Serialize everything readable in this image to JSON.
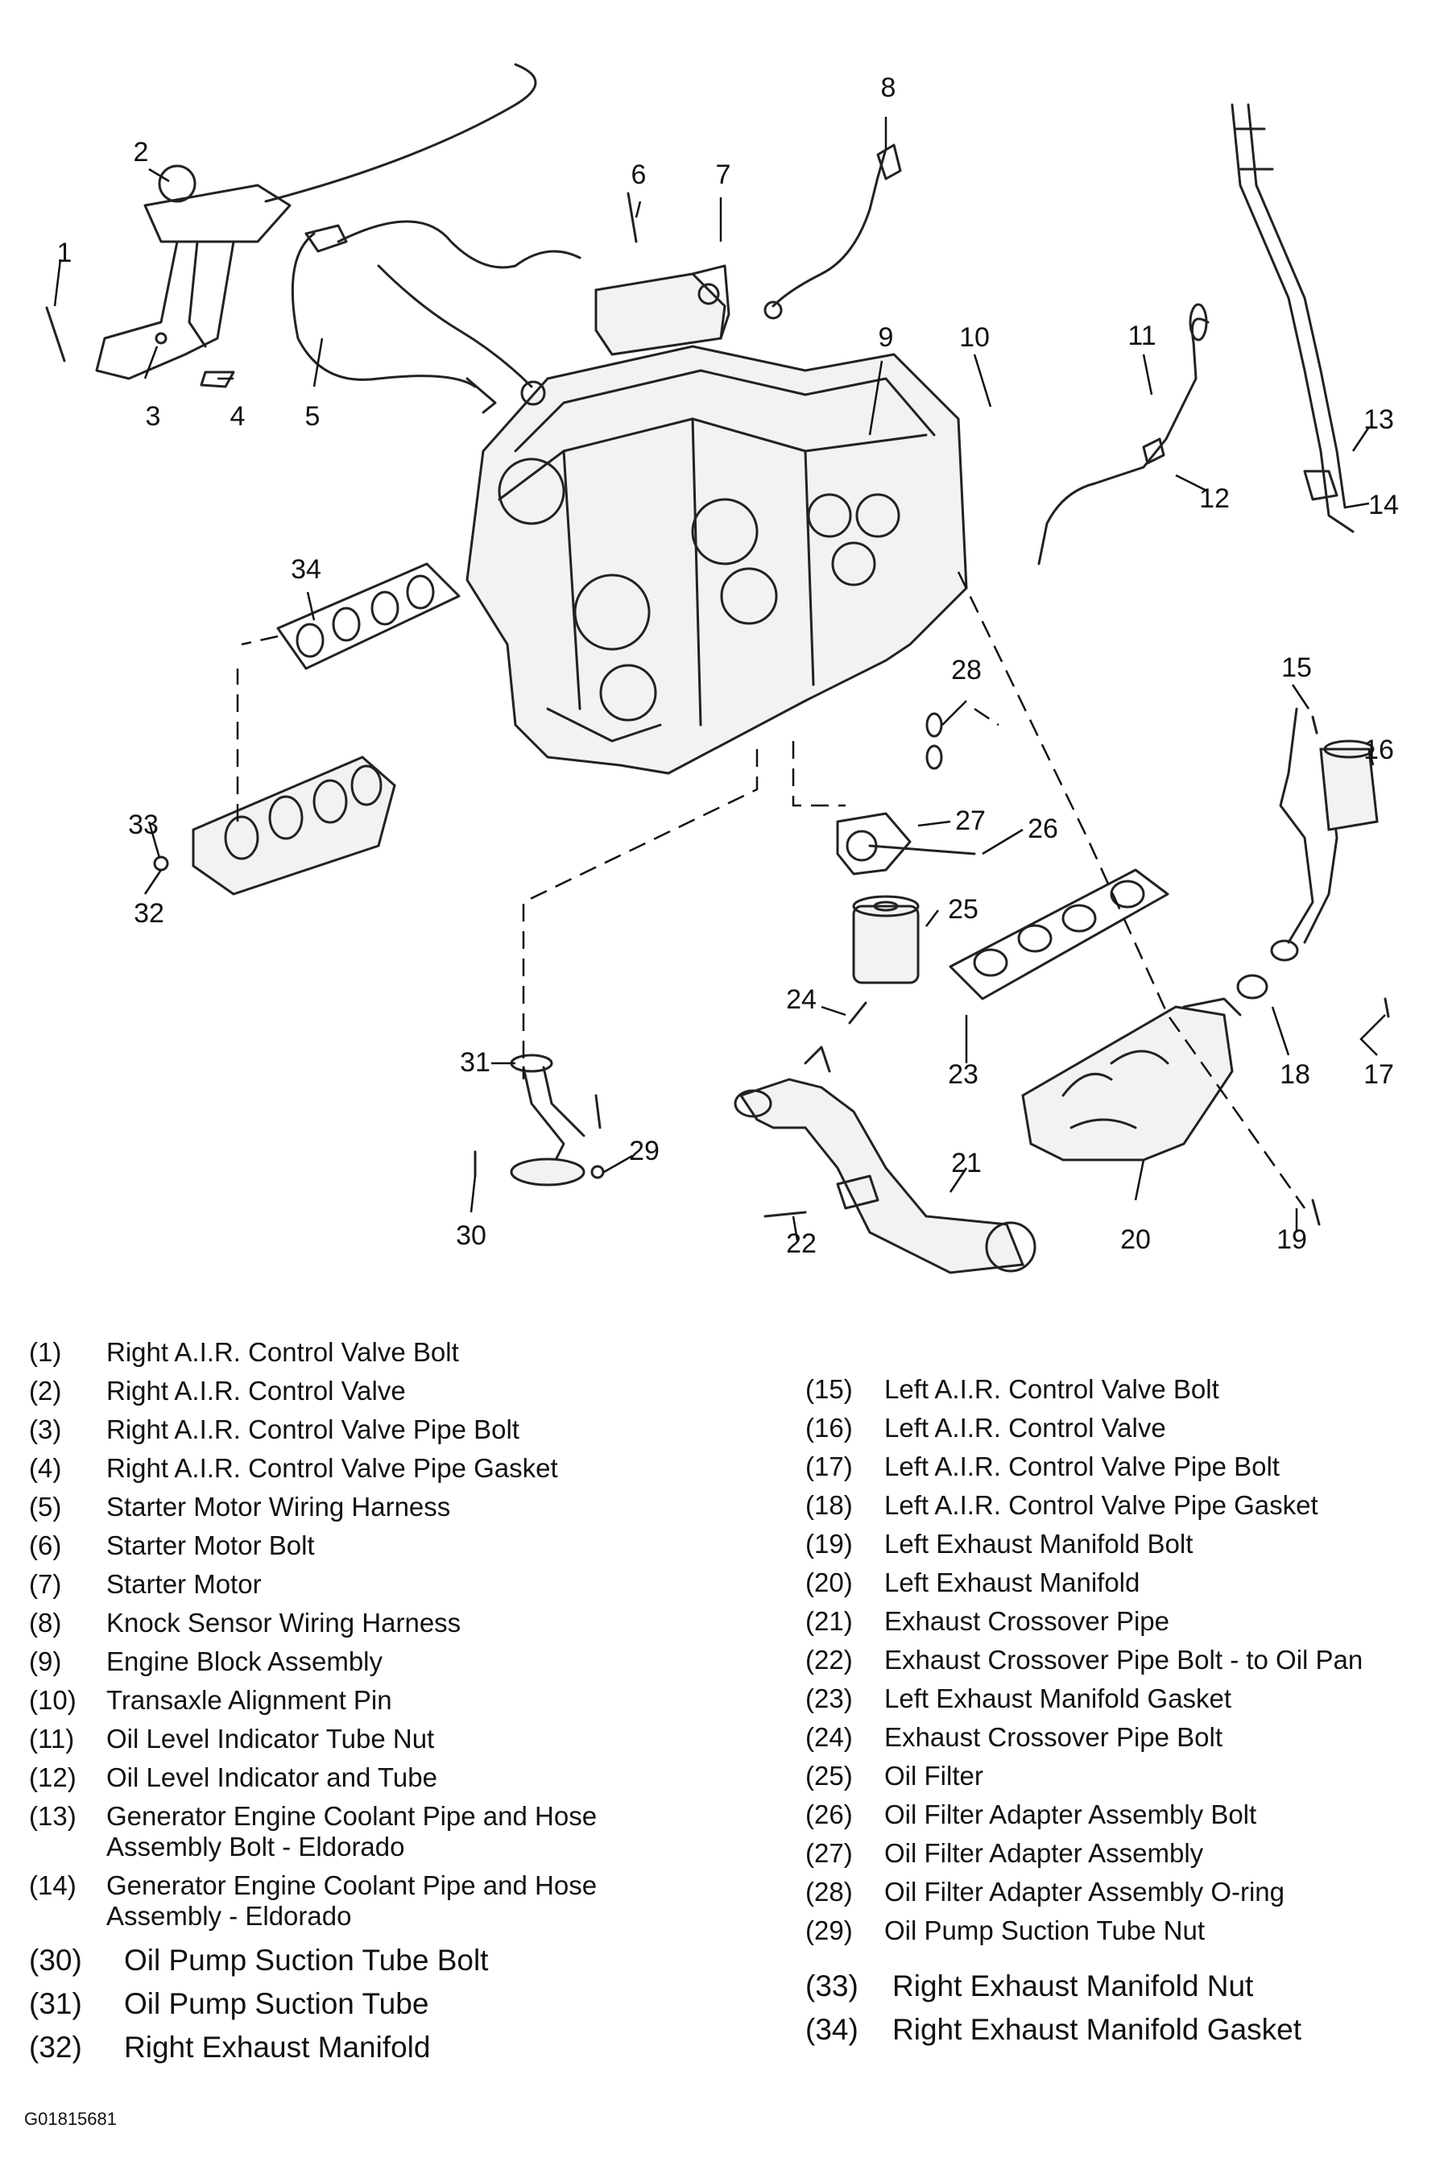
{
  "callouts": [
    "1",
    "2",
    "3",
    "4",
    "5",
    "6",
    "7",
    "8",
    "9",
    "10",
    "11",
    "12",
    "13",
    "14",
    "15",
    "16",
    "17",
    "18",
    "19",
    "20",
    "21",
    "22",
    "23",
    "24",
    "25",
    "26",
    "27",
    "28",
    "29",
    "30",
    "31",
    "32",
    "33",
    "34"
  ],
  "legend_left": [
    {
      "num": "(1)",
      "text": "Right A.I.R. Control Valve Bolt"
    },
    {
      "num": "(2)",
      "text": "Right A.I.R. Control Valve"
    },
    {
      "num": "(3)",
      "text": "Right A.I.R. Control Valve Pipe Bolt"
    },
    {
      "num": "(4)",
      "text": "Right A.I.R. Control Valve Pipe Gasket"
    },
    {
      "num": "(5)",
      "text": "Starter Motor Wiring Harness"
    },
    {
      "num": "(6)",
      "text": "Starter Motor Bolt"
    },
    {
      "num": "(7)",
      "text": "Starter Motor"
    },
    {
      "num": "(8)",
      "text": "Knock Sensor Wiring Harness"
    },
    {
      "num": "(9)",
      "text": "Engine Block Assembly"
    },
    {
      "num": "(10)",
      "text": "Transaxle Alignment Pin"
    },
    {
      "num": "(11)",
      "text": "Oil Level Indicator Tube Nut"
    },
    {
      "num": "(12)",
      "text": "Oil Level Indicator and Tube"
    },
    {
      "num": "(13)",
      "text": "Generator Engine Coolant Pipe and Hose",
      "text2": "Assembly Bolt - Eldorado"
    },
    {
      "num": "(14)",
      "text": "Generator Engine Coolant Pipe and Hose",
      "text2": "Assembly - Eldorado"
    },
    {
      "num": "(30)",
      "text": "Oil Pump Suction Tube Bolt"
    },
    {
      "num": "(31)",
      "text": "Oil Pump Suction Tube"
    },
    {
      "num": "(32)",
      "text": "Right Exhaust Manifold"
    }
  ],
  "legend_right": [
    {
      "num": "(15)",
      "text": "Left A.I.R. Control Valve Bolt"
    },
    {
      "num": "(16)",
      "text": "Left A.I.R. Control Valve"
    },
    {
      "num": "(17)",
      "text": "Left A.I.R. Control Valve Pipe Bolt"
    },
    {
      "num": "(18)",
      "text": "Left A.I.R. Control Valve Pipe Gasket"
    },
    {
      "num": "(19)",
      "text": "Left Exhaust Manifold Bolt"
    },
    {
      "num": "(20)",
      "text": "Left Exhaust Manifold"
    },
    {
      "num": "(21)",
      "text": "Exhaust Crossover Pipe"
    },
    {
      "num": "(22)",
      "text": "Exhaust Crossover Pipe Bolt - to Oil Pan"
    },
    {
      "num": "(23)",
      "text": "Left Exhaust Manifold Gasket"
    },
    {
      "num": "(24)",
      "text": "Exhaust Crossover Pipe Bolt"
    },
    {
      "num": "(25)",
      "text": "Oil Filter"
    },
    {
      "num": "(26)",
      "text": "Oil Filter Adapter Assembly Bolt"
    },
    {
      "num": "(27)",
      "text": "Oil Filter Adapter Assembly"
    },
    {
      "num": "(28)",
      "text": "Oil Filter Adapter Assembly O-ring"
    },
    {
      "num": "(29)",
      "text": "Oil Pump Suction Tube Nut"
    },
    {
      "num": "(33)",
      "text": "Right Exhaust Manifold Nut"
    },
    {
      "num": "(34)",
      "text": "Right Exhaust Manifold Gasket"
    }
  ],
  "figure_id": "G01815681"
}
